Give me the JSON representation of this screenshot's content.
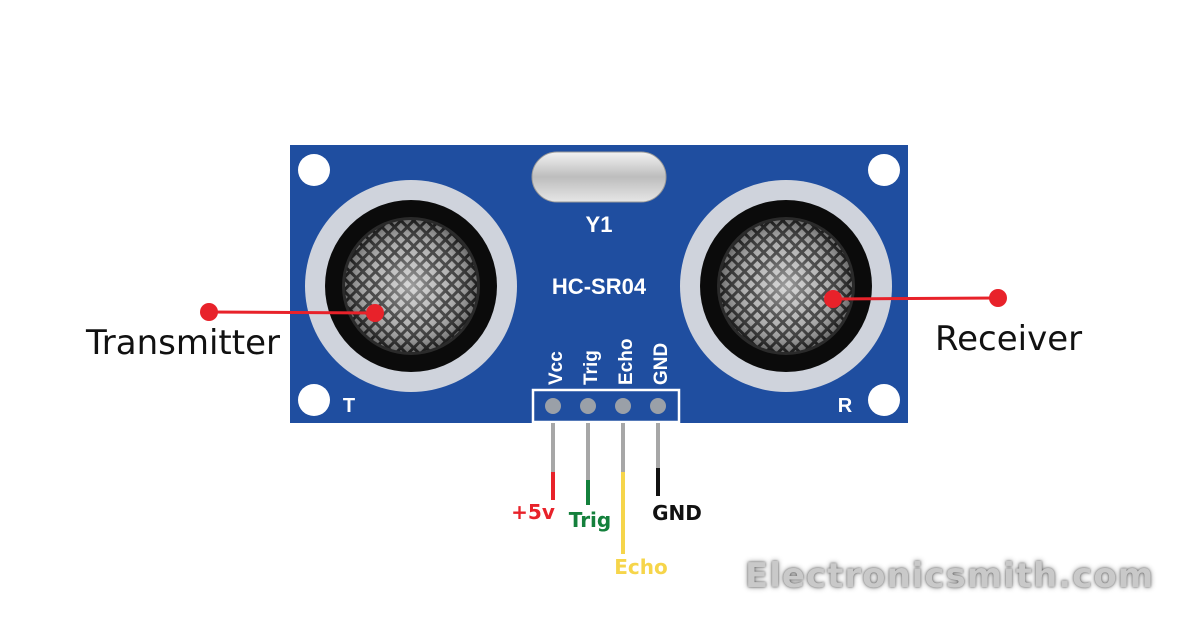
{
  "labels": {
    "transmitter": "Transmitter",
    "receiver": "Receiver"
  },
  "board": {
    "crystal": "Y1",
    "model": "HC-SR04",
    "left_marker": "T",
    "right_marker": "R",
    "header_pins": [
      "Vcc",
      "Trig",
      "Echo",
      "GND"
    ]
  },
  "wires": [
    {
      "label": "+5v",
      "color": "#e8222a"
    },
    {
      "label": "Trig",
      "color": "#14803c"
    },
    {
      "label": "Echo",
      "color": "#f6d54a"
    },
    {
      "label": "GND",
      "color": "#111111"
    }
  ],
  "colors": {
    "board": "#1f4ea0",
    "pointer": "#e8222a"
  },
  "watermark": "Electronicsmith.com"
}
